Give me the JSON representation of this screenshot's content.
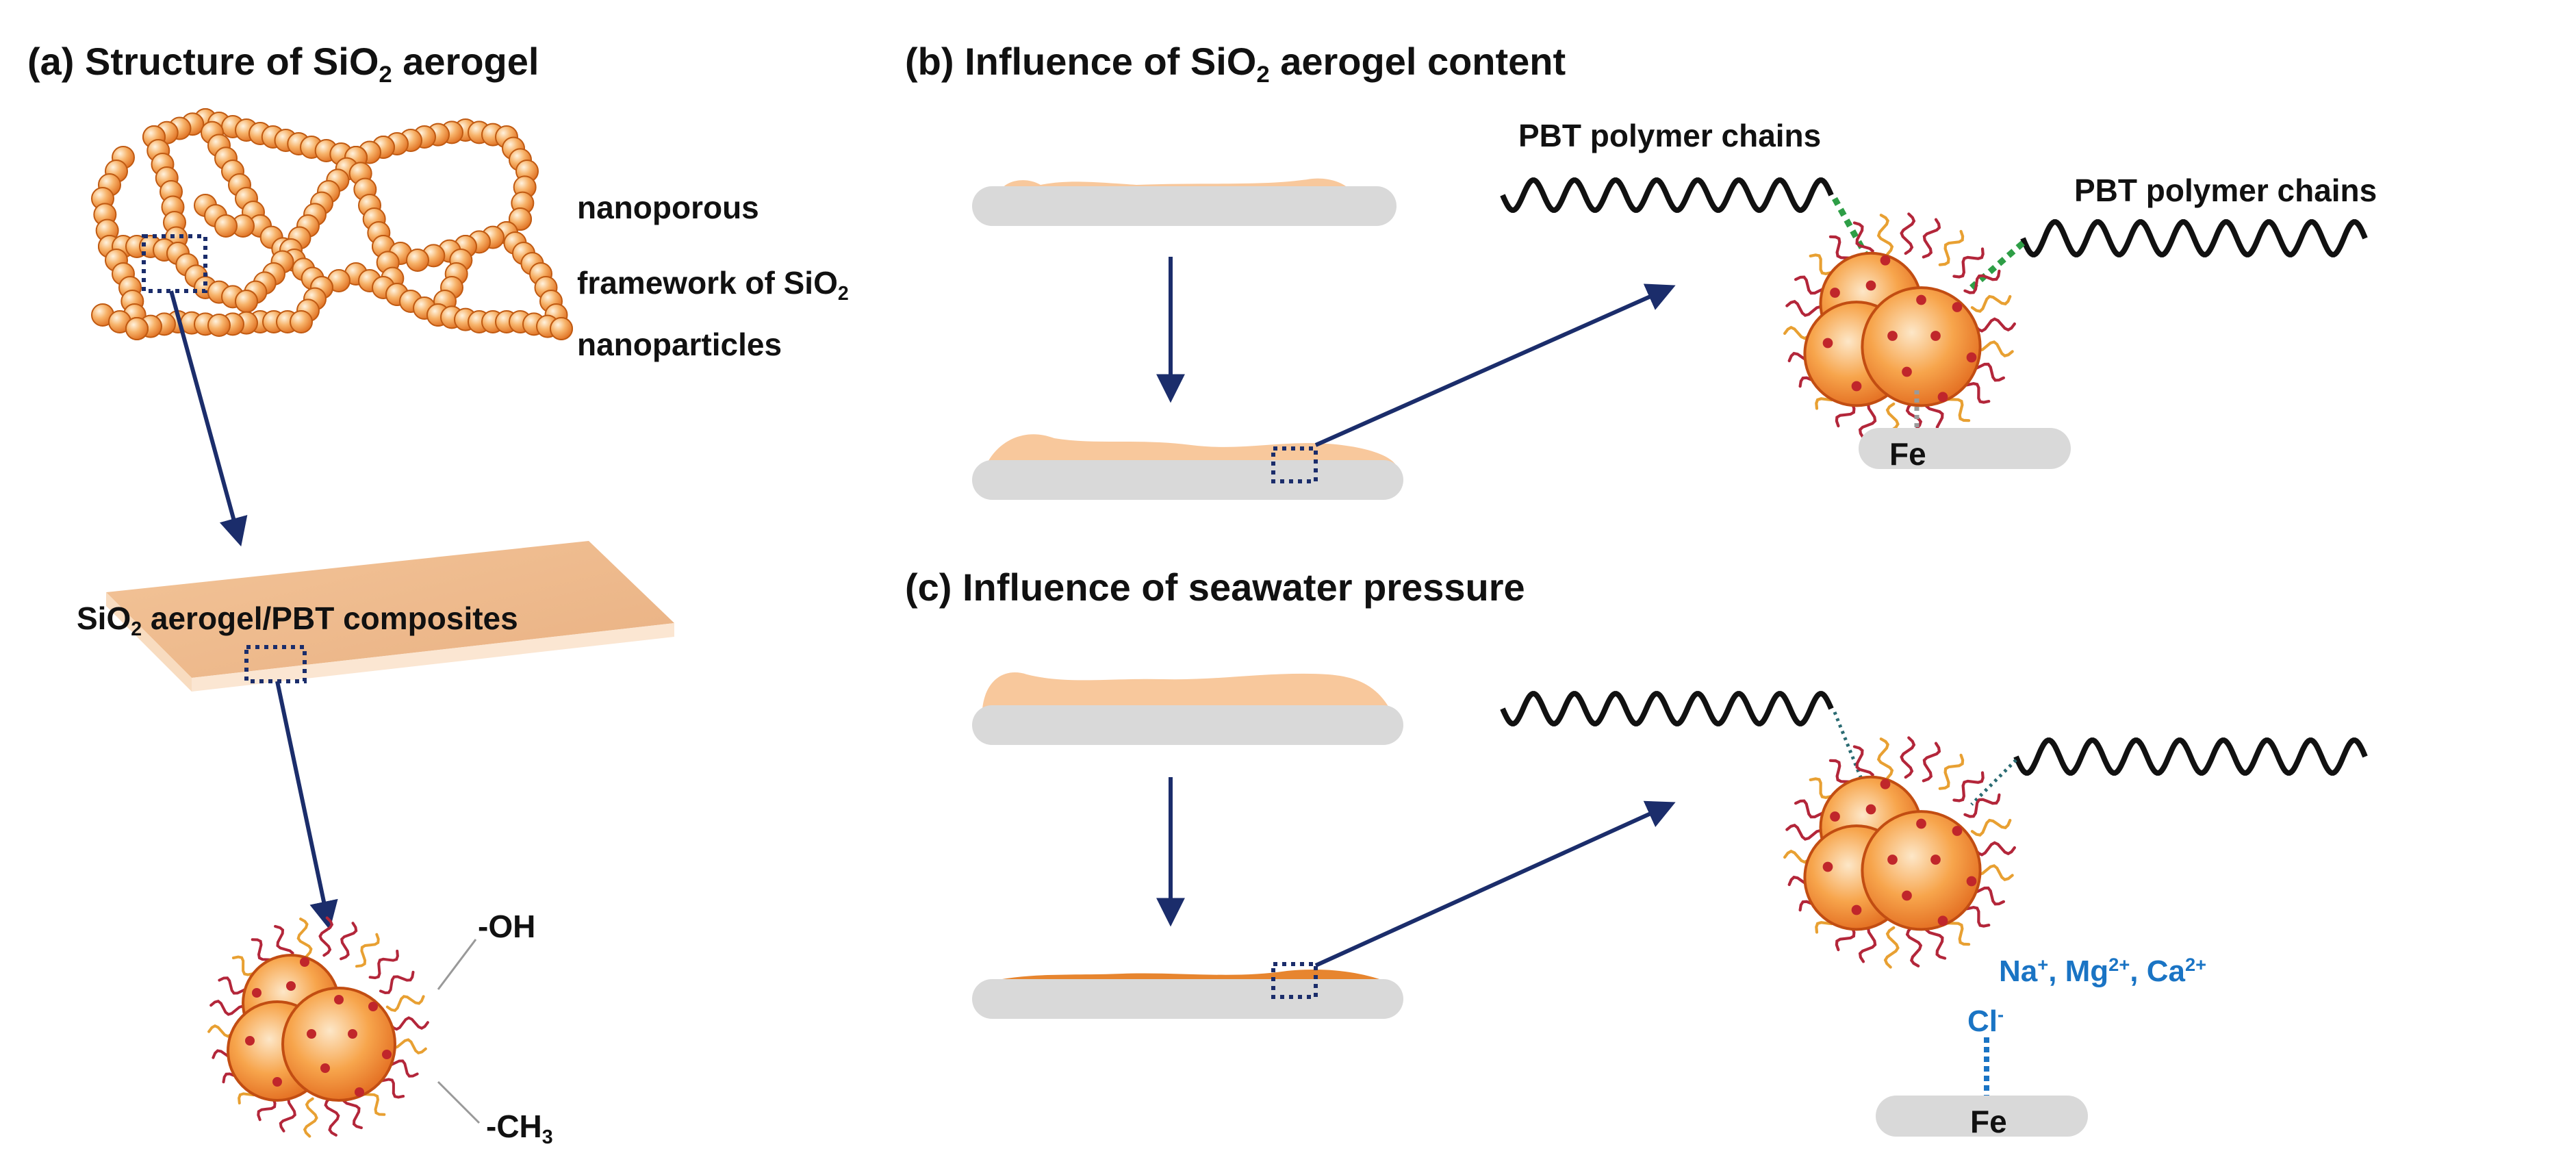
{
  "panels": {
    "a": {
      "title_prefix": "(a) Structure of SiO",
      "title_sub": "2",
      "title_suffix": " aerogel"
    },
    "b": {
      "title_prefix": "(b) Influence of SiO",
      "title_sub": "2",
      "title_suffix": " aerogel content"
    },
    "c": {
      "title": "(c) Influence of seawater pressure"
    }
  },
  "labels": {
    "framework_line1": "nanoporous",
    "framework_line2_prefix": "framework of SiO",
    "framework_line2_sub": "2",
    "framework_line3": "nanoparticles",
    "composite_prefix": "SiO",
    "composite_sub": "2",
    "composite_suffix": " aerogel/PBT composites",
    "oh": "-OH",
    "ch3_prefix": "-CH",
    "ch3_sub": "3",
    "pbt_chains_left": "PBT polymer chains",
    "pbt_chains_right": "PBT polymer chains",
    "fe_b": "Fe",
    "fe_c": "Fe",
    "ions": {
      "na": "Na",
      "na_charge": "+",
      "sep1": ", ",
      "mg": "Mg",
      "mg_charge": "2+",
      "sep2": ", ",
      "ca": "Ca",
      "ca_charge": "2+"
    },
    "chloride": "Cl",
    "chloride_charge": "-"
  },
  "colors": {
    "arrow": "#1b2d6b",
    "substrate": "#d9d9d9",
    "coating_light": "#f8c89c",
    "coating_dark": "#e7852f",
    "particle_orange": "#f19633",
    "particle_light": "#fde7c8",
    "dot_red": "#c0262b",
    "wavy_red": "#b3263a",
    "wavy_orange": "#e8a032",
    "hbond_green": "#2e9e46",
    "ion_blue": "#1a74c4",
    "dotted_gray": "#9a9a9a",
    "interaction_teal": "#2a6b72"
  }
}
